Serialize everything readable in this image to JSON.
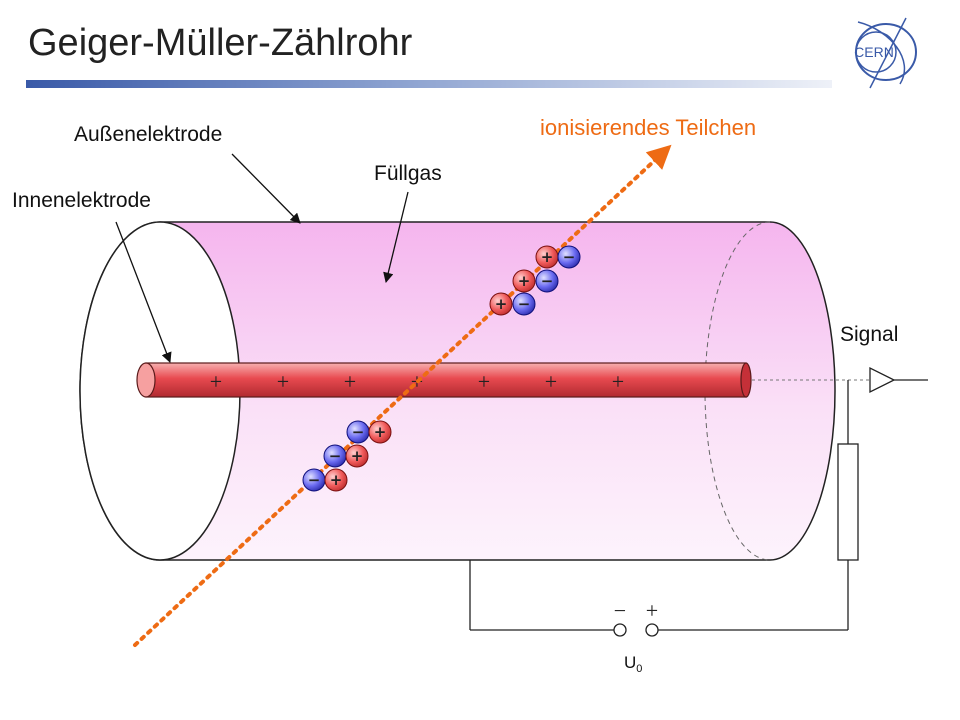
{
  "title": "Geiger-Müller-Zählrohr",
  "logo_text": "CERN",
  "labels": {
    "outer_electrode": "Außenelektrode",
    "inner_electrode": "Innenelektrode",
    "fill_gas": "Füllgas",
    "particle": "ionisierendes Teilchen",
    "signal": "Signal",
    "voltage": "U",
    "voltage_sub": "0"
  },
  "signs": {
    "plus": "+",
    "minus": "−"
  },
  "wire_charge_count": 7,
  "colors": {
    "tube_fill": "#f7c4f2",
    "wire": "#e9555a",
    "particle_track": "#ee6b14",
    "positive_ion": "#f05a5a",
    "electron": "#6a6af0",
    "accent_bar": "#3a5aa8"
  }
}
